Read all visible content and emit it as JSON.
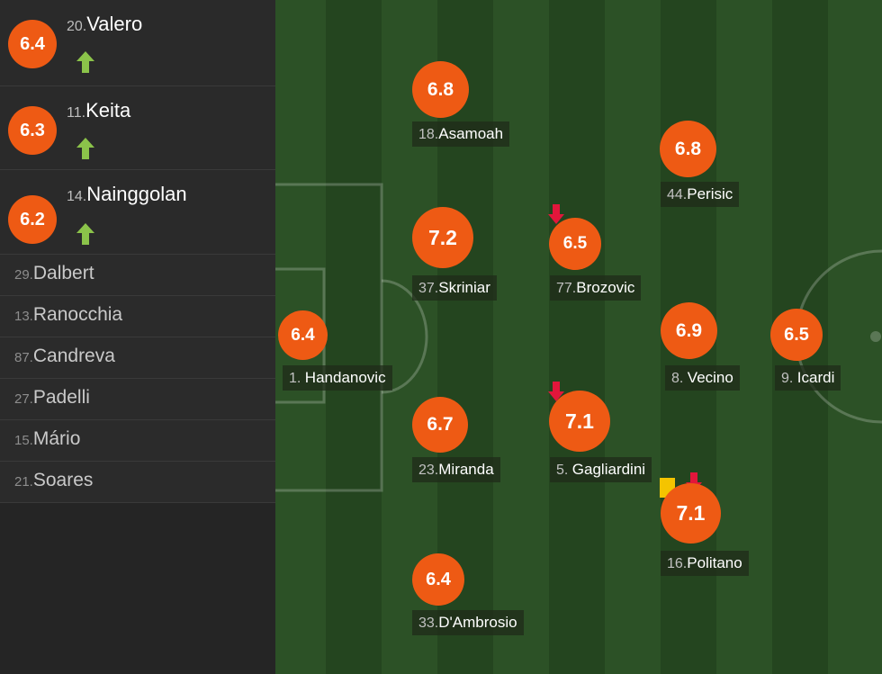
{
  "sidebar": {
    "substitutes": [
      {
        "rating": "6.4",
        "number": "20.",
        "name": "Valero"
      },
      {
        "rating": "6.3",
        "number": "11.",
        "name": "Keita"
      },
      {
        "rating": "6.2",
        "number": "14.",
        "name": "Nainggolan"
      }
    ],
    "bench": [
      {
        "number": "29.",
        "name": "Dalbert"
      },
      {
        "number": "13.",
        "name": "Ranocchia"
      },
      {
        "number": "87.",
        "name": "Candreva"
      },
      {
        "number": "27.",
        "name": "Padelli"
      },
      {
        "number": "15.",
        "name": "Mário"
      },
      {
        "number": "21.",
        "name": "Soares"
      }
    ]
  },
  "pitch": {
    "players": [
      {
        "key": "handanovic",
        "rating": "6.4",
        "number": "1. ",
        "name": "Handanovic"
      },
      {
        "key": "asamoah",
        "rating": "6.8",
        "number": "18.",
        "name": "Asamoah"
      },
      {
        "key": "skriniar",
        "rating": "7.2",
        "number": "37.",
        "name": "Skriniar"
      },
      {
        "key": "miranda",
        "rating": "6.7",
        "number": "23.",
        "name": "Miranda"
      },
      {
        "key": "dambrosio",
        "rating": "6.4",
        "number": "33.",
        "name": "D'Ambrosio"
      },
      {
        "key": "brozovic",
        "rating": "6.5",
        "number": "77.",
        "name": "Brozovic"
      },
      {
        "key": "gagliardini",
        "rating": "7.1",
        "number": "5. ",
        "name": "Gagliardini"
      },
      {
        "key": "perisic",
        "rating": "6.8",
        "number": "44.",
        "name": "Perisic"
      },
      {
        "key": "vecino",
        "rating": "6.9",
        "number": "8. ",
        "name": "Vecino"
      },
      {
        "key": "politano",
        "rating": "7.1",
        "number": "16.",
        "name": "Politano"
      },
      {
        "key": "icardi",
        "rating": "6.5",
        "number": "9. ",
        "name": "Icardi"
      }
    ]
  },
  "colors": {
    "rating_badge": "#ee5a14",
    "sub_in_arrow": "#8bc34a",
    "sub_out_arrow": "#e2163b",
    "yellow_card": "#f4c400",
    "pitch_dark": "#24451f",
    "pitch_light": "#2c5126"
  },
  "icons": [
    "arrow-up-icon",
    "arrow-down-icon",
    "yellow-card-icon"
  ]
}
